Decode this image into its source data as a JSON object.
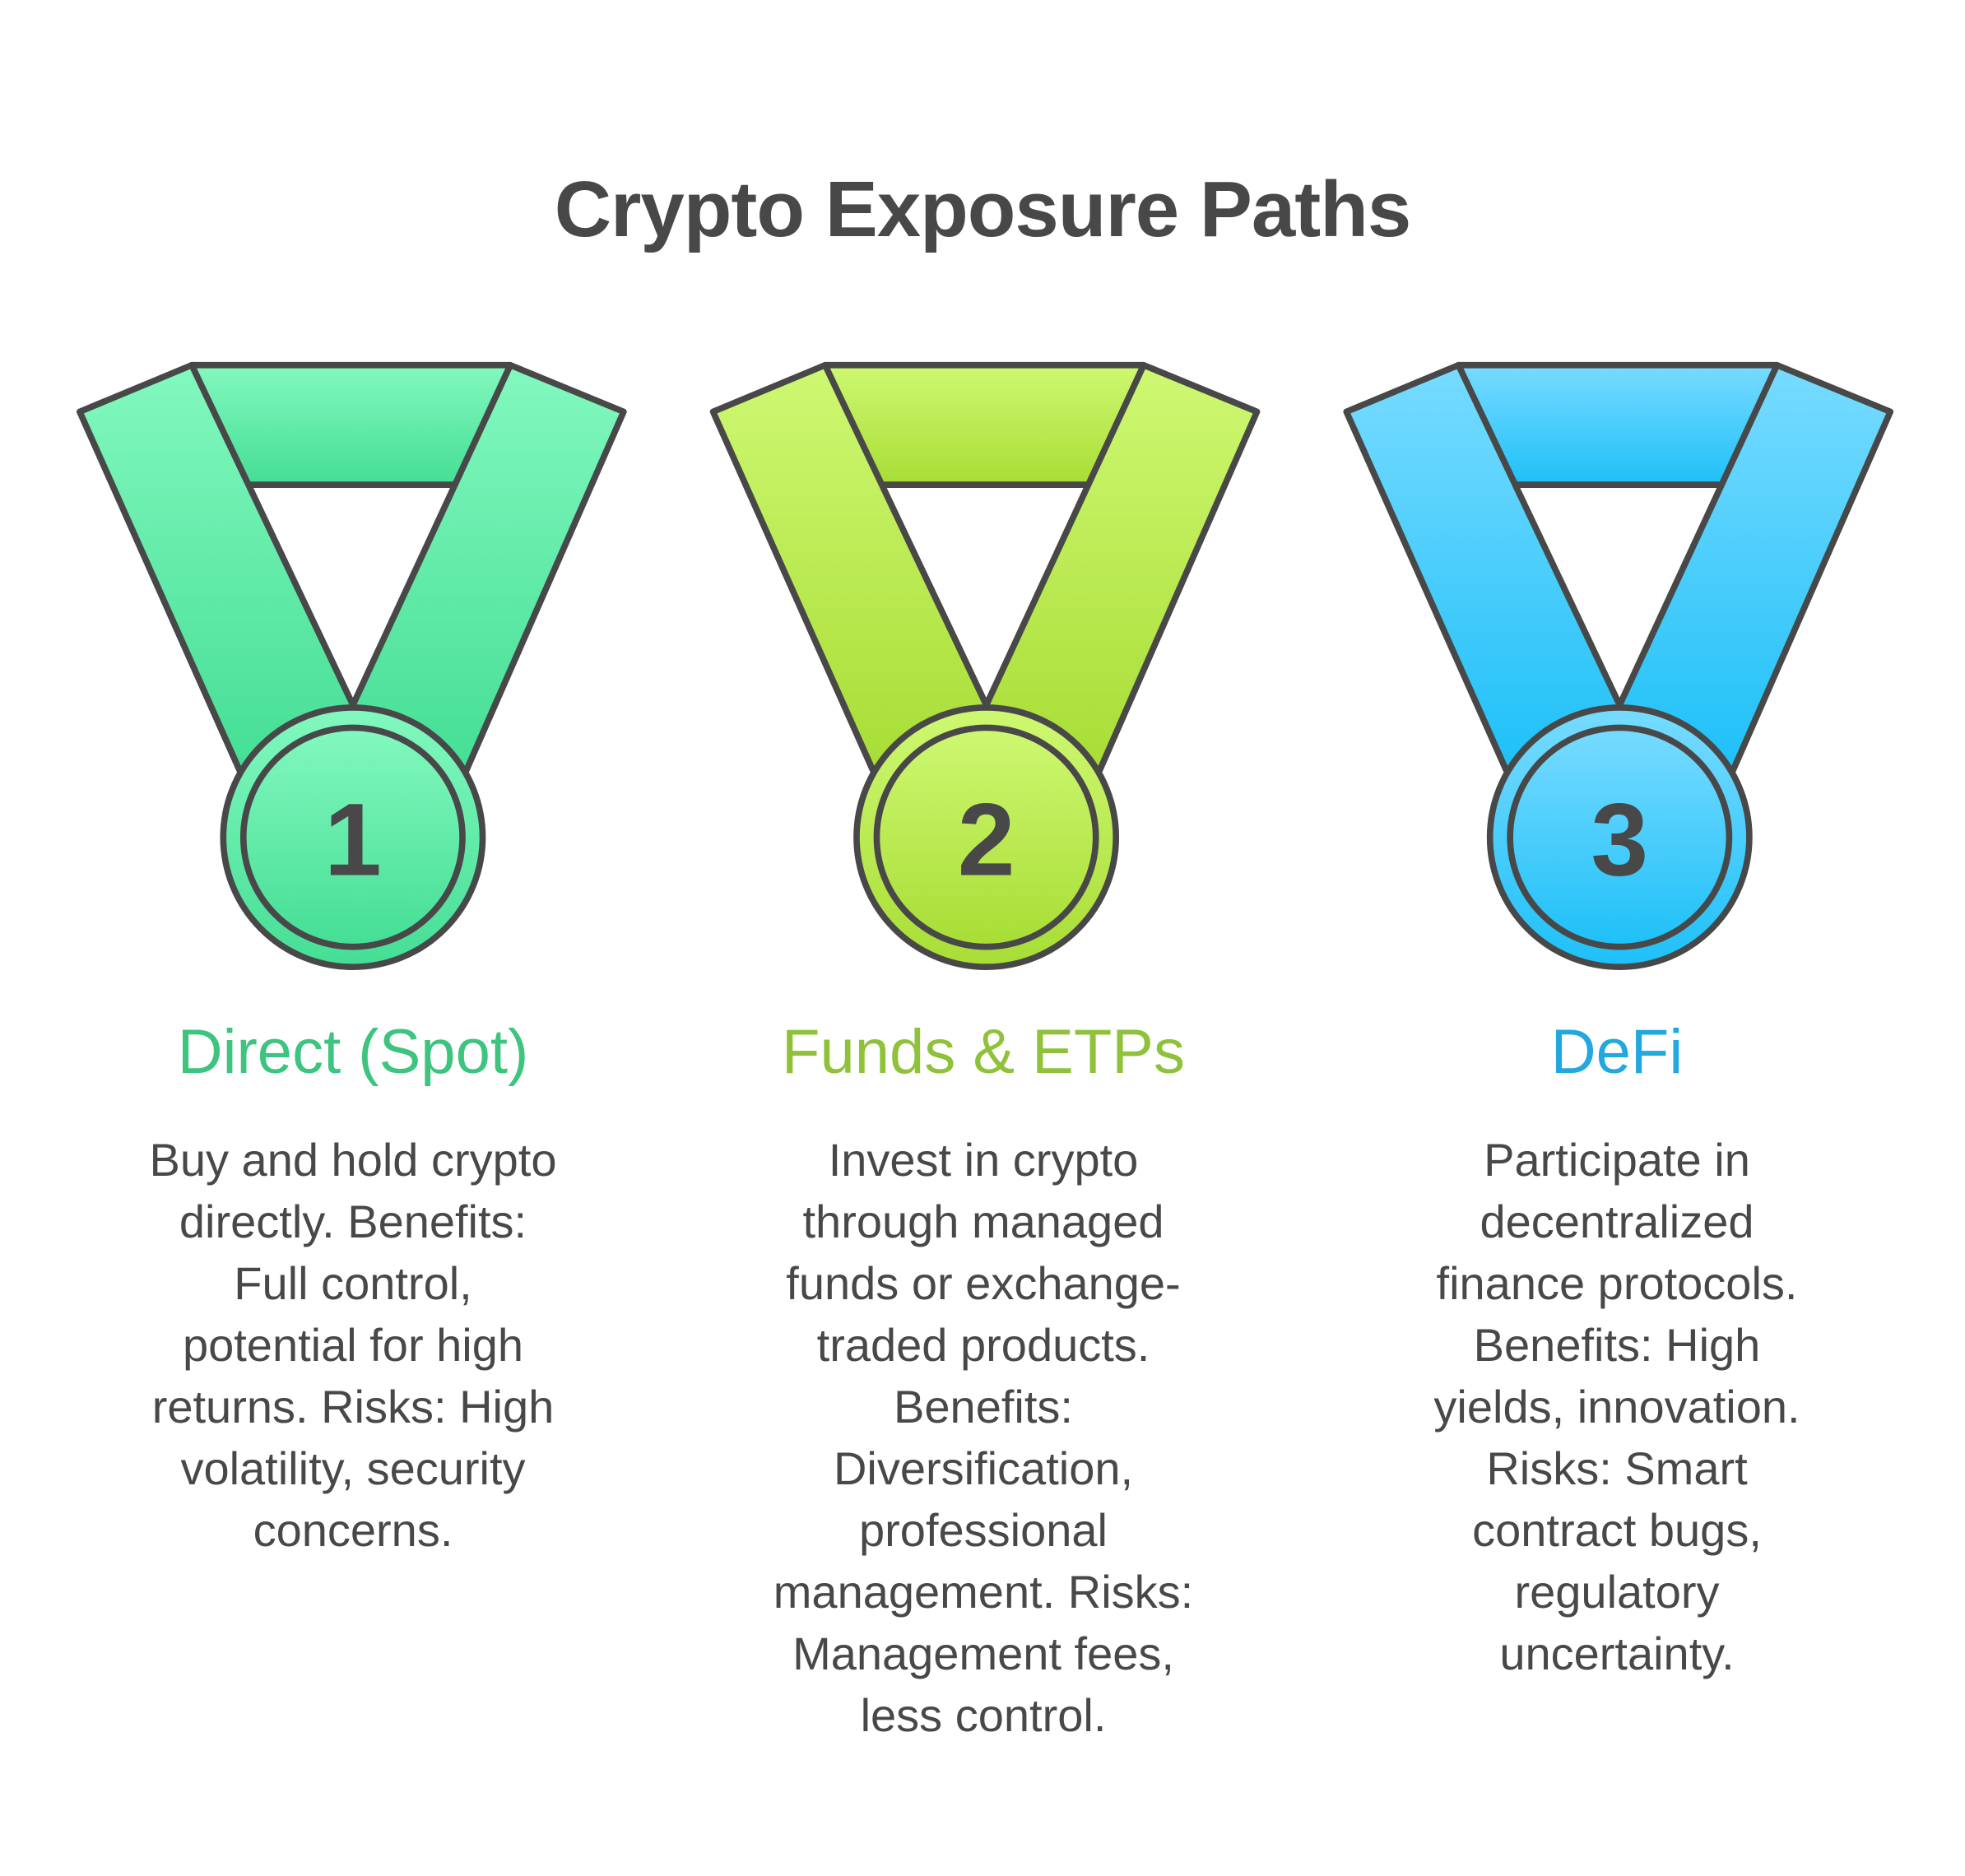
{
  "title": "Crypto Exposure Paths",
  "paths": [
    {
      "number": "1",
      "title": "Direct (Spot)",
      "title_color": "#3DC47E",
      "ribbon_gradient": [
        "#82F8BF",
        "#45DE95"
      ],
      "description": "Buy and hold crypto directly. Benefits: Full control, potential for high returns. Risks: High volatility, security concerns.",
      "description_lines": [
        "Buy and hold crypto",
        "directly. Benefits:",
        "Full control,",
        "potential for high",
        "returns. Risks: High",
        "volatility, security",
        "concerns."
      ]
    },
    {
      "number": "2",
      "title": "Funds & ETPs",
      "title_color": "#8FC23A",
      "ribbon_gradient": [
        "#CEF872",
        "#A8DD35"
      ],
      "description": "Invest in crypto through managed funds or exchange-traded products. Benefits: Diversification, professional management. Risks: Management fees, less control.",
      "description_lines": [
        "Invest in crypto",
        "through managed",
        "funds or exchange-",
        "traded products.",
        "Benefits:",
        "Diversification,",
        "professional",
        "management. Risks:",
        "Management fees,",
        "less control."
      ]
    },
    {
      "number": "3",
      "title": "DeFi",
      "title_color": "#22A8DE",
      "ribbon_gradient": [
        "#78DBFF",
        "#1EC0F8"
      ],
      "description": "Participate in decentralized finance protocols. Benefits: High yields, innovation. Risks: Smart contract bugs, regulatory uncertainty.",
      "description_lines": [
        "Participate in",
        "decentralized",
        "finance protocols.",
        "Benefits: High",
        "yields, innovation.",
        "Risks: Smart",
        "contract bugs,",
        "regulatory",
        "uncertainty."
      ]
    }
  ],
  "colors": {
    "outline": "#484848",
    "text": "#484848",
    "background": "#FFFFFF"
  }
}
